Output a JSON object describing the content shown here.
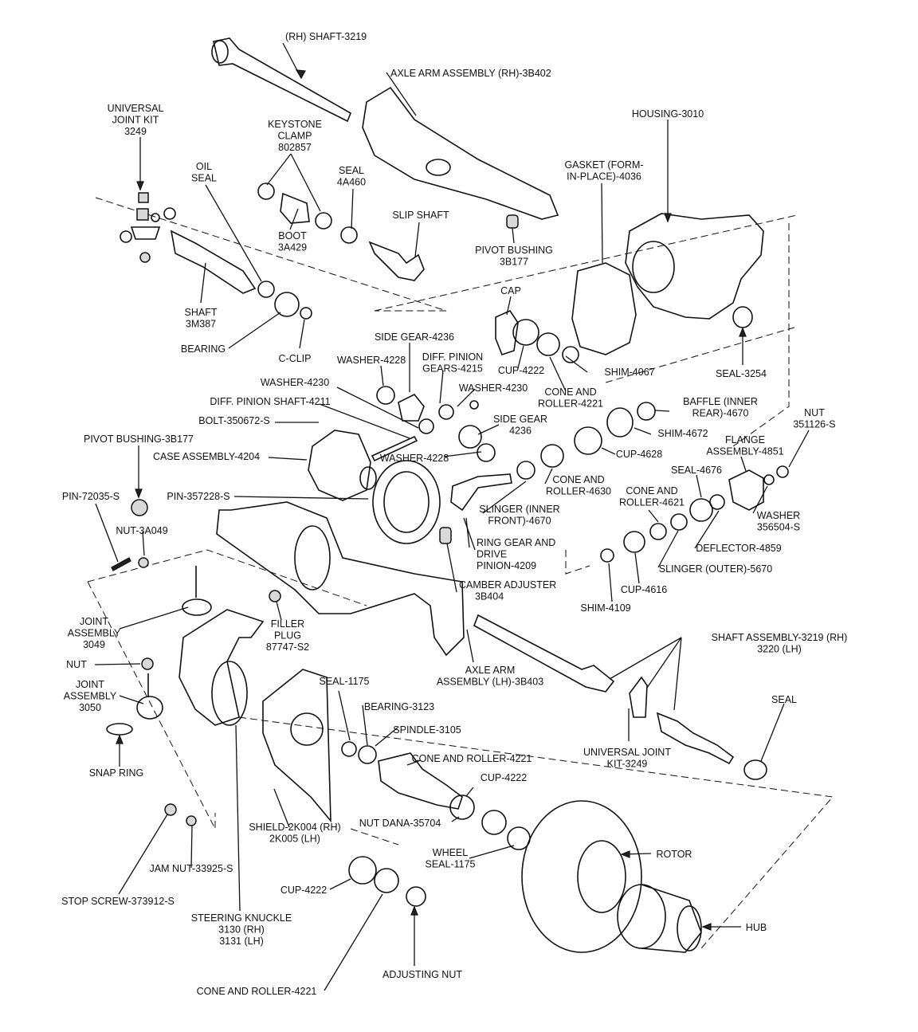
{
  "diagram": {
    "labels": [
      [
        "(RH) SHAFT-3219"
      ],
      [
        "AXLE ARM ASSEMBLY (RH)-3B402"
      ],
      [
        "UNIVERSAL",
        "JOINT KIT",
        "3249"
      ],
      [
        "KEYSTONE",
        "CLAMP",
        "802857"
      ],
      [
        "HOUSING-3010"
      ],
      [
        "OIL",
        "SEAL"
      ],
      [
        "SEAL",
        "4A460"
      ],
      [
        "GASKET (FORM-",
        "IN-PLACE)-4036"
      ],
      [
        "SLIP SHAFT"
      ],
      [
        "BOOT",
        "3A429"
      ],
      [
        "PIVOT BUSHING",
        "3B177"
      ],
      [
        "CAP"
      ],
      [
        "SHAFT",
        "3M387"
      ],
      [
        "BEARING"
      ],
      [
        "C-CLIP"
      ],
      [
        "SIDE GEAR-4236"
      ],
      [
        "WASHER-4228"
      ],
      [
        "DIFF. PINION",
        "GEARS-4215"
      ],
      [
        "CUP-4222"
      ],
      [
        "SHIM-4067"
      ],
      [
        "SEAL-3254"
      ],
      [
        "WASHER-4230"
      ],
      [
        "WASHER-4230"
      ],
      [
        "CONE AND",
        "ROLLER-4221"
      ],
      [
        "DIFF. PINION SHAFT-4211"
      ],
      [
        "BAFFLE (INNER",
        "REAR)-4670"
      ],
      [
        "NUT",
        "351126-S"
      ],
      [
        "BOLT-350672-S"
      ],
      [
        "SIDE GEAR",
        "4236"
      ],
      [
        "SHIM-4672"
      ],
      [
        "PIVOT BUSHING-3B177"
      ],
      [
        "FLANGE",
        "ASSEMBLY-4851"
      ],
      [
        "CASE ASSEMBLY-4204"
      ],
      [
        "WASHER-4228"
      ],
      [
        "CUP-4628"
      ],
      [
        "SEAL-4676"
      ],
      [
        "CONE AND",
        "ROLLER-4630"
      ],
      [
        "PIN-72035-S"
      ],
      [
        "PIN-357228-S"
      ],
      [
        "CONE AND",
        "ROLLER-4621"
      ],
      [
        "SLINGER (INNER",
        "FRONT)-4670"
      ],
      [
        "WASHER",
        "356504-S"
      ],
      [
        "NUT-3A049"
      ],
      [
        "RING GEAR AND",
        "DRIVE",
        "PINION-4209"
      ],
      [
        "DEFLECTOR-4859"
      ],
      [
        "SLINGER (OUTER)-5670"
      ],
      [
        "CAMBER ADJUSTER",
        "3B404"
      ],
      [
        "CUP-4616"
      ],
      [
        "JOINT",
        "ASSEMBLY",
        "3049"
      ],
      [
        "SHIM-4109"
      ],
      [
        "FILLER",
        "PLUG",
        "87747-S2"
      ],
      [
        "SHAFT ASSEMBLY-3219 (RH)",
        "3220 (LH)"
      ],
      [
        "NUT"
      ],
      [
        "AXLE ARM",
        "ASSEMBLY (LH)-3B403"
      ],
      [
        "JOINT",
        "ASSEMBLY",
        "3050"
      ],
      [
        "SEAL-1175"
      ],
      [
        "SEAL"
      ],
      [
        "BEARING-3123"
      ],
      [
        "SPINDLE-3105"
      ],
      [
        "UNIVERSAL JOINT",
        "KIT-3249"
      ],
      [
        "SNAP RING"
      ],
      [
        "CONE AND ROLLER-4221"
      ],
      [
        "CUP-4222"
      ],
      [
        "SHIELD-2K004 (RH)",
        "2K005 (LH)"
      ],
      [
        "NUT DANA-35704"
      ],
      [
        "WHEEL",
        "SEAL-1175"
      ],
      [
        "ROTOR"
      ],
      [
        "JAM NUT-33925-S"
      ],
      [
        "CUP-4222"
      ],
      [
        "STOP SCREW-373912-S"
      ],
      [
        "HUB"
      ],
      [
        "STEERING KNUCKLE",
        "3130 (RH)",
        "3131 (LH)"
      ],
      [
        "ADJUSTING NUT"
      ],
      [
        "CONE AND ROLLER-4221"
      ]
    ]
  }
}
